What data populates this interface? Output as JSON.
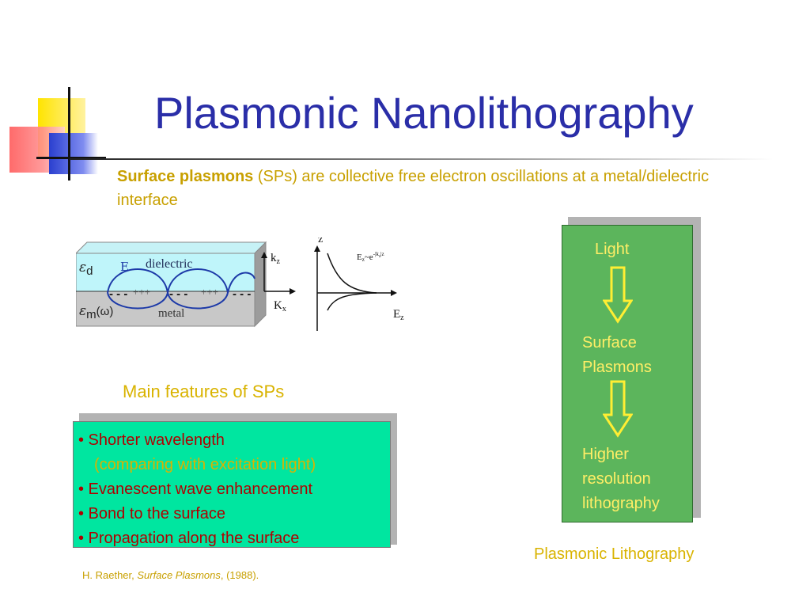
{
  "slide": {
    "title": "Plasmonic Nanolithography",
    "intro": {
      "term": "Surface plasmons",
      "rest": " (SPs) are collective free electron oscillations at a metal/dielectric interface"
    },
    "diagram": {
      "eps_d": "ε",
      "eps_d_sub": "d",
      "eps_m": "ε",
      "eps_m_sub": "m",
      "eps_m_arg": "(ω)",
      "field_label": "E",
      "dielectric_label": "dielectric",
      "metal_label": "metal",
      "minus_signs": "- - -",
      "plus_signs": "+++",
      "kz_label": "k",
      "kz_sub": "z",
      "kx_label": "K",
      "kx_sub": "x",
      "z_label": "z",
      "ez_label": "E",
      "ez_sub": "z",
      "formula": "E",
      "formula_sub": "z",
      "formula_mid": "~e",
      "formula_sup": "-|k",
      "formula_sup2": "z",
      "formula_sup3": "|z"
    },
    "features": {
      "title": "Main features of SPs",
      "items": [
        {
          "text": "• Shorter wavelength",
          "sub": false
        },
        {
          "text": "(comparing with excitation light)",
          "sub": true
        },
        {
          "text": "• Evanescent wave enhancement",
          "sub": false
        },
        {
          "text": "• Bond to the surface",
          "sub": false
        },
        {
          "text": "• Propagation along the surface",
          "sub": false
        }
      ]
    },
    "lithography": {
      "step1": "Light",
      "step2_line1": "Surface",
      "step2_line2": "Plasmons",
      "step3_line1": "Higher",
      "step3_line2": "resolution",
      "step3_line3": "lithography",
      "caption": "Plasmonic Lithography"
    },
    "citation": {
      "author": "H. Raether, ",
      "work": "Surface Plasmons",
      "year": ", (1988)."
    },
    "colors": {
      "title": "#2a2ea8",
      "body_text": "#c8a000",
      "features_bg": "#00e6a0",
      "features_text": "#b00000",
      "lith_bg": "#5cb55c",
      "lith_text": "#ffee66"
    }
  }
}
